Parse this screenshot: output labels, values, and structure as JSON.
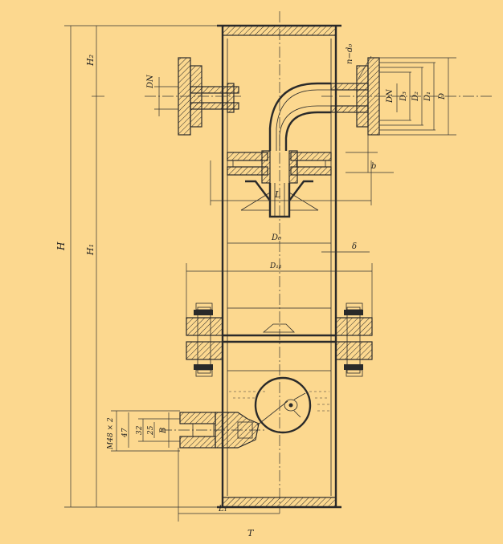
{
  "labels": {
    "H": "H",
    "H1": "H₁",
    "H2": "H₂",
    "DN_inlet": "DN",
    "n_d0": "n−d₀",
    "DN_outlet": "DN",
    "D3": "D₃",
    "D2": "D₂",
    "D1": "D₁",
    "D": "D",
    "b": "b",
    "L_inner": "L",
    "D0": "D₀",
    "delta": "δ",
    "D1b": "D₁ᵦ",
    "M48": "M48 × 2",
    "d47": "47",
    "d32": "32",
    "d25": "25",
    "B": "B",
    "L1": "L₁",
    "caption": "T"
  }
}
